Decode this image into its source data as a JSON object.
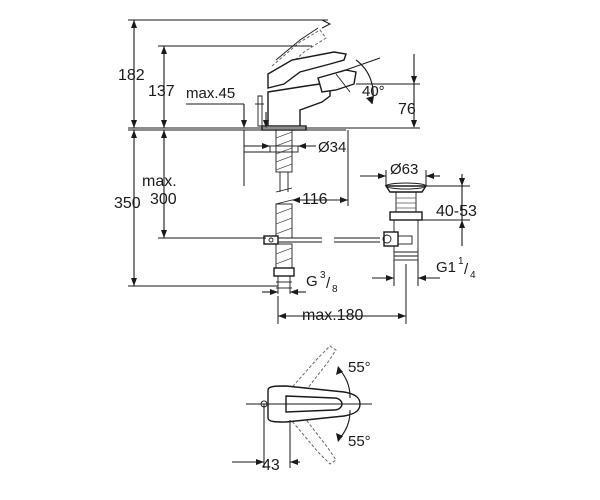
{
  "dimensions": {
    "overall_height": "182",
    "spout_height": "137",
    "max_45": "max.45",
    "angle_top": "40°",
    "height_76": "76",
    "diameter_34": "Ø34",
    "max_label": "max.",
    "max_300": "300",
    "height_350": "350",
    "offset_116": "116",
    "diameter_63": "Ø63",
    "range_40_53": "40-53",
    "thread_g_prefix": "G",
    "thread_g_num": "3",
    "thread_g_den": "8",
    "thread_g1_prefix": "G1",
    "thread_g1_num": "1",
    "thread_g1_den": "4",
    "max_180": "max.180",
    "angle_upper": "55°",
    "angle_lower": "55°",
    "width_43": "43"
  }
}
